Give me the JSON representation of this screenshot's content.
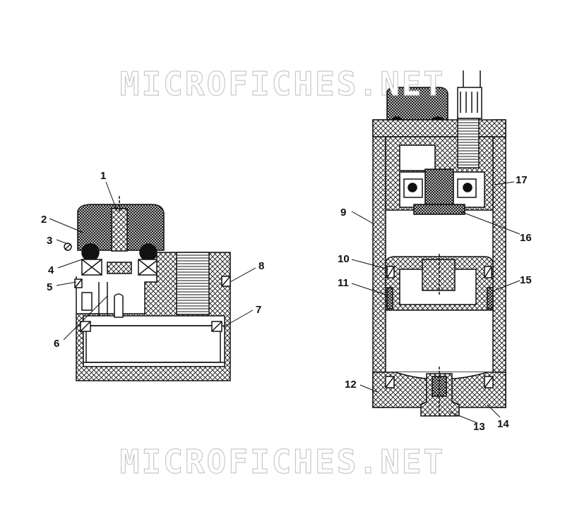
{
  "watermark": {
    "top": "MICROFICHES.NET",
    "bottom": "MICROFICHES.NET"
  },
  "colors": {
    "ink": "#111111",
    "watermark": "#c9c9c9"
  },
  "callouts": [
    "1",
    "2",
    "3",
    "4",
    "5",
    "6",
    "7",
    "8",
    "9",
    "10",
    "11",
    "12",
    "13",
    "14",
    "15",
    "16",
    "17"
  ]
}
